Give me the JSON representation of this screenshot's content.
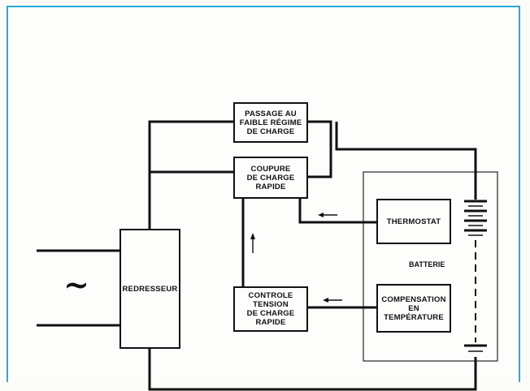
{
  "diagram": {
    "blocks": {
      "passage": "PASSAGE AU\nFAIBLE RÉGIME\nDE CHARGE",
      "coupure": "COUPURE\nDE CHARGE\nRAPIDE",
      "redresseur": "REDRESSEUR",
      "controle": "CONTROLE\nTENSION\nDE CHARGE\nRAPIDE",
      "thermostat": "THERMOSTAT",
      "compensation": "COMPENSATION\nEN\nTEMPÉRATURE"
    },
    "battery_label": "BATTERIE",
    "ac_symbol": "~"
  }
}
